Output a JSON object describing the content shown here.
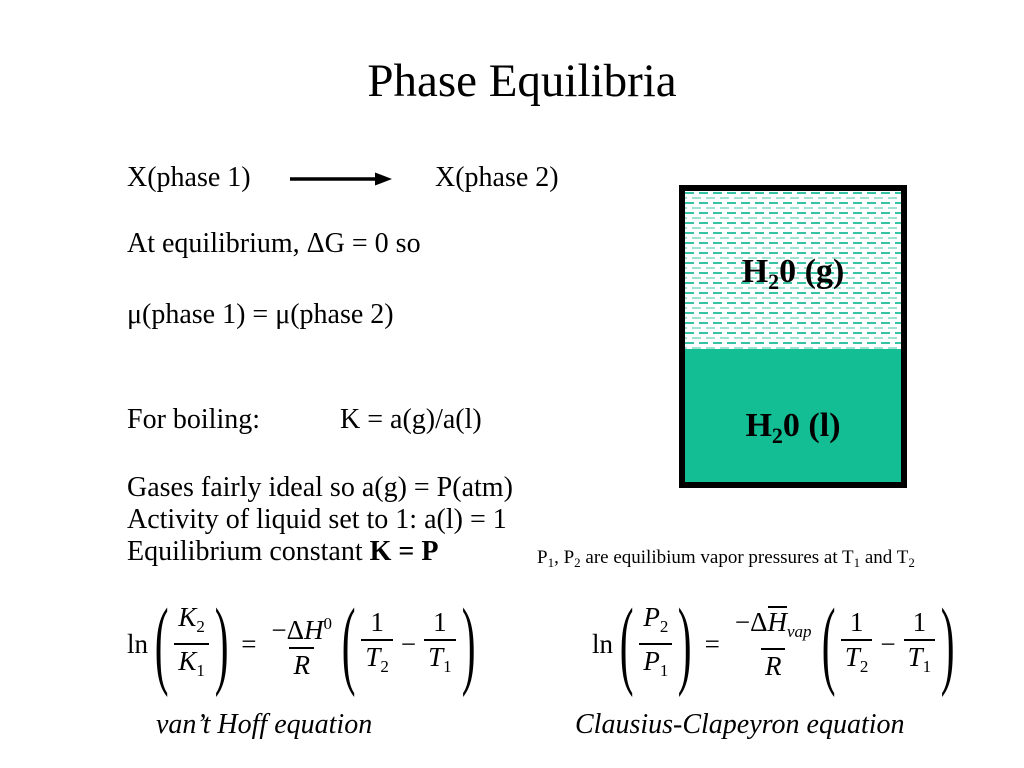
{
  "title": "Phase Equilibria",
  "reaction": {
    "left": "X(phase 1)",
    "right": "X(phase 2)",
    "arrow_icon": "right-arrow"
  },
  "lines": {
    "equilibrium": "At equilibrium, ΔG = 0 so",
    "mu": "μ(phase 1) = μ(phase 2)",
    "boiling_label": "For boiling:",
    "boiling_eq": "K = a(g)/a(l)",
    "gases": "Gases fairly ideal so a(g) = P(atm)",
    "activity": "Activity of liquid set to 1: a(l) = 1",
    "eq_const_prefix": "Equilibrium constant ",
    "eq_const_bold": "K = P"
  },
  "note": {
    "seg1": "P",
    "sub1": "1",
    "seg2": ", P",
    "sub2": "2",
    "seg3": " are equilibium vapor pressures at T",
    "sub3": "1",
    "seg4": " and T",
    "sub4": "2"
  },
  "diagram": {
    "gas_label": {
      "base": "H",
      "sub": "2",
      "rest": "0 (g)"
    },
    "liquid_label": {
      "base": "H",
      "sub": "2",
      "rest": "0 (l)"
    },
    "liquid_color": "#13be95",
    "dash_color_dark": "#35c3a3",
    "dash_color_light": "#9fe2d2",
    "border_color": "#000000"
  },
  "symbols": {
    "lparen": "(",
    "rparen": ")"
  },
  "eq1": {
    "ln": "ln",
    "num_base": "K",
    "num_sub": "2",
    "den_base": "K",
    "den_sub": "1",
    "equals": "=",
    "rhs_num_prefix": "−Δ",
    "rhs_num_base": "H",
    "rhs_num_sup": "0",
    "rhs_den": "R",
    "one": "1",
    "t_base": "T",
    "t2_sub": "2",
    "minus": "−",
    "t1_sub": "1",
    "caption": "van’t Hoff equation"
  },
  "eq2": {
    "ln": "ln",
    "num_base": "P",
    "num_sub": "2",
    "den_base": "P",
    "den_sub": "1",
    "equals": "=",
    "rhs_num_prefix": "−Δ",
    "rhs_num_base": "H",
    "rhs_num_sub": "vap",
    "rhs_den": "R",
    "one": "1",
    "t_base": "T",
    "t2_sub": "2",
    "minus": "−",
    "t1_sub": "1",
    "caption": "Clausius-Clapeyron equation"
  }
}
